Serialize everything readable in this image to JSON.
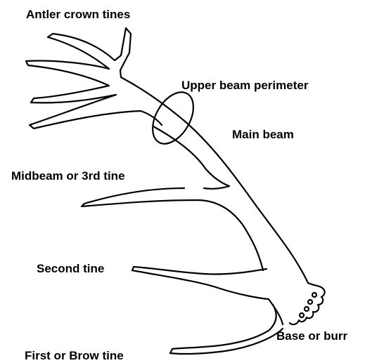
{
  "labels": {
    "crown_tines": "Antler crown tines",
    "upper_beam_perimeter": "Upper beam perimeter",
    "main_beam": "Main beam",
    "midbeam_tine": "Midbeam or 3rd tine",
    "second_tine": "Second tine",
    "base_burr": "Base or burr",
    "brow_tine": "First or Brow tine"
  },
  "colors": {
    "stroke": "#000000",
    "background": "#ffffff"
  }
}
